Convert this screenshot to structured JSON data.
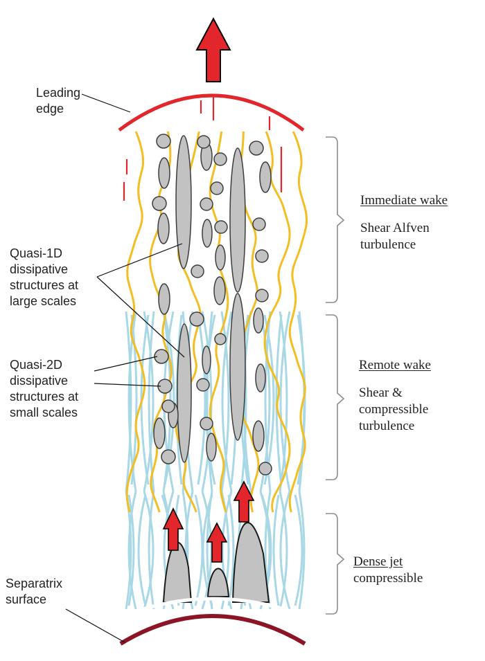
{
  "labels": {
    "leading_edge": [
      "Leading",
      "edge"
    ],
    "quasi_1d": [
      "Quasi-1D",
      "dissipative",
      "structures at",
      "large scales"
    ],
    "quasi_2d": [
      "Quasi-2D",
      "dissipative",
      "structures at",
      "small scales"
    ],
    "separatrix": [
      "Separatrix",
      "surface"
    ],
    "immediate_wake": {
      "title": "Immediate wake",
      "desc": [
        "Shear Alfven",
        "turbulence"
      ]
    },
    "remote_wake": {
      "title": "Remote wake",
      "desc": [
        "Shear &",
        "compressible",
        "turbulence"
      ]
    },
    "dense_jet": {
      "title": "Dense jet",
      "desc": "compressible"
    }
  },
  "colors": {
    "leading_edge": "#e2262b",
    "separatrix": "#8b1525",
    "field_lines": "#f2be22",
    "compressible_lines": "#a8d8e6",
    "structures_fill": "#c2c2c2",
    "structures_stroke": "#3c3c3c",
    "arrow_fill": "#e2262b",
    "bracket": "#8c8c8c"
  }
}
